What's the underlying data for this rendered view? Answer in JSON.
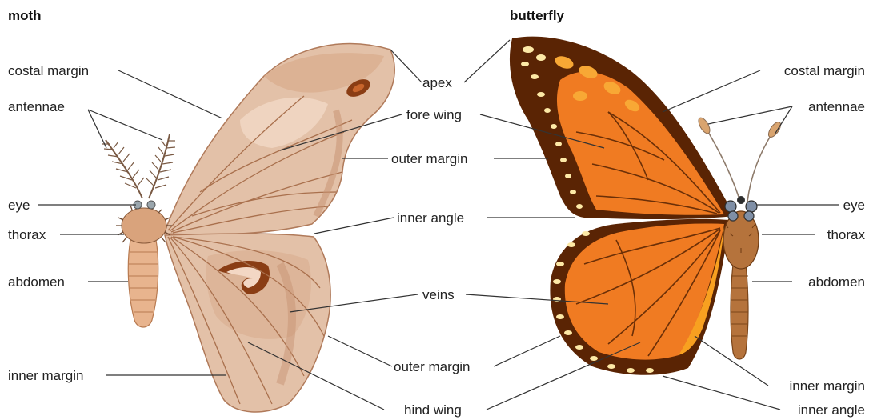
{
  "headings": {
    "moth": "moth",
    "butterfly": "butterfly"
  },
  "moth_labels": {
    "costal_margin": "costal margin",
    "antennae": "antennae",
    "eye": "eye",
    "thorax": "thorax",
    "abdomen": "abdomen",
    "inner_margin": "inner margin"
  },
  "center_labels": {
    "apex": "apex",
    "fore_wing": "fore wing",
    "outer_margin_top": "outer margin",
    "inner_angle": "inner angle",
    "veins": "veins",
    "outer_margin_bottom": "outer margin",
    "hind_wing": "hind wing"
  },
  "butterfly_labels": {
    "costal_margin": "costal margin",
    "antennae": "antennae",
    "eye": "eye",
    "thorax": "thorax",
    "abdomen": "abdomen",
    "inner_margin": "inner margin",
    "inner_angle": "inner angle"
  },
  "colors": {
    "moth_wing": "#e3c1a8",
    "moth_wing_dark": "#c89373",
    "moth_body": "#e8b48e",
    "butterfly_orange": "#f07b22",
    "butterfly_border": "#5a2404",
    "butterfly_spots": "#fde9a6",
    "butterfly_body": "#b5733c"
  }
}
